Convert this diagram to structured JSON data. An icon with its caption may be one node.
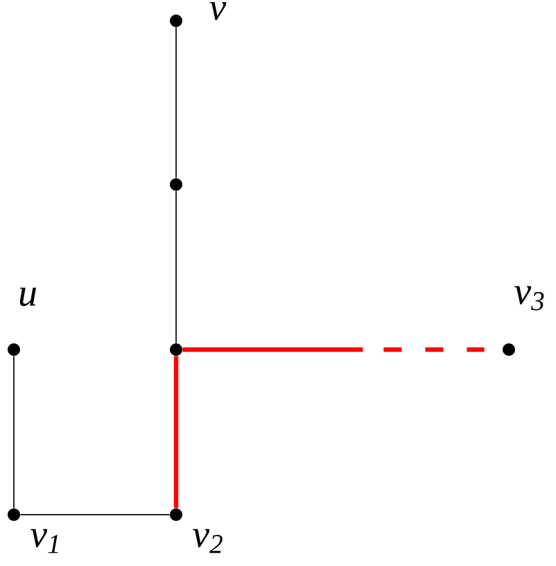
{
  "diagram": {
    "nodes": [
      {
        "text": [],
        "shape": "circle",
        "beside": [
          "v"
        ]
      },
      {
        "text": [],
        "shape": "circle"
      },
      {
        "text": [],
        "shape": "circle",
        "beside": [
          "u"
        ]
      },
      {
        "text": [],
        "shape": "circle"
      },
      {
        "text": [],
        "shape": "circle",
        "beside": [
          "v$_{3}$"
        ]
      },
      {
        "text": [],
        "shape": "circle",
        "beside": [
          "v$_{1}$"
        ]
      },
      {
        "text": [],
        "shape": "circle",
        "beside": [
          "v$_{2}$"
        ]
      }
    ],
    "edges": [
      {
        "from": 0,
        "to": 1,
        "arrow": "none"
      },
      {
        "from": 1,
        "to": 3,
        "arrow": "none"
      },
      {
        "from": 2,
        "to": 5,
        "arrow": "none"
      },
      {
        "from": 5,
        "to": 6,
        "arrow": "none"
      },
      {
        "from": 6,
        "to": 3,
        "arrow": "none",
        "style": "thick",
        "color": "#ff0000"
      },
      {
        "from": 3,
        "to": 4,
        "arrow": "none",
        "style": "dashed",
        "color": "#ff0000"
      }
    ]
  }
}
